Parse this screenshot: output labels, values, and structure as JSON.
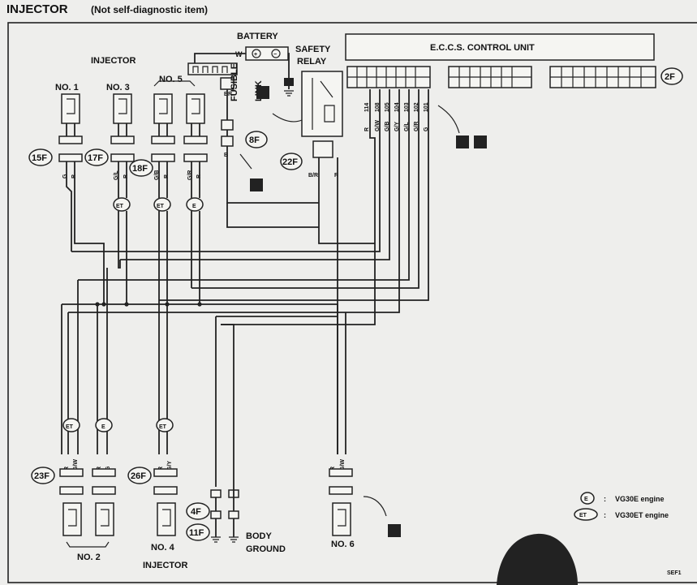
{
  "header": {
    "title": "INJECTOR",
    "subtitle": "(Not self-diagnostic item)"
  },
  "labels": {
    "battery": "BATTERY",
    "safety_relay_1": "SAFETY",
    "safety_relay_2": "RELAY",
    "fusible_link_1": "FUSIBLE",
    "fusible_link_2": "LINK",
    "injector_top": "INJECTOR",
    "injector_bottom": "INJECTOR",
    "no1": "NO. 1",
    "no3": "NO. 3",
    "no5": "NO. 5",
    "no2": "NO. 2",
    "no4": "NO. 4",
    "no6": "NO. 6",
    "body_ground_1": "BODY",
    "body_ground_2": "GROUND",
    "eccs": "E.C.C.S. CONTROL UNIT",
    "page_code": "SEF1",
    "w_wire": "W"
  },
  "connectors": {
    "c15f": "15F",
    "c17f": "17F",
    "c18f": "18F",
    "c8f": "8F",
    "c22f": "22F",
    "c2f": "2F",
    "c23f": "23F",
    "c26f": "26F",
    "c4f": "4F",
    "c11f": "11F"
  },
  "ecu_pins": [
    "114",
    "108",
    "105",
    "104",
    "103",
    "102",
    "101"
  ],
  "wire_colors": {
    "ecu": [
      "R",
      "G/W",
      "G/B",
      "G/Y",
      "G/L",
      "G/R",
      "G"
    ],
    "no1": [
      "G",
      "R"
    ],
    "no3": [
      "G/L",
      "R"
    ],
    "no5a": [
      "G/B",
      "R"
    ],
    "no5b": [
      "G/R",
      "R"
    ],
    "no2": [
      "R",
      "G/W"
    ],
    "no2b": [
      "R",
      "G"
    ],
    "no4": [
      "R",
      "G/Y"
    ],
    "no6": [
      "R",
      "G/W"
    ],
    "fusible": [
      "BR",
      "B"
    ],
    "relay": [
      "B/R",
      "R"
    ]
  },
  "legend": [
    {
      "symbol": "E",
      "text": "VG30E engine"
    },
    {
      "symbol": "ET",
      "text": "VG30ET engine"
    }
  ]
}
